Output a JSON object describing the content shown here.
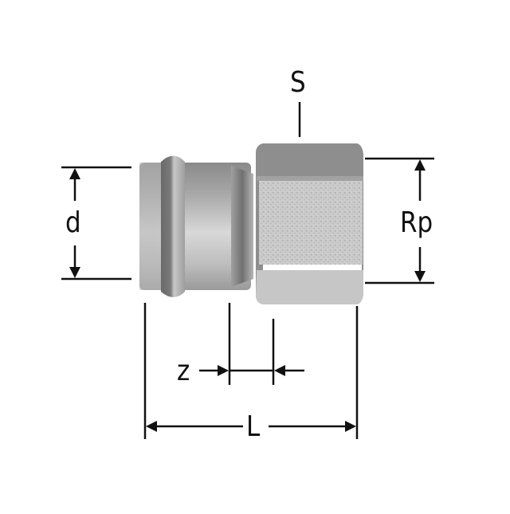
{
  "diagram": {
    "subject": "Press fitting adapter with female thread (hex nut)",
    "labels": {
      "s": "S",
      "d": "d",
      "rp": "Rp",
      "z": "z",
      "l": "L"
    },
    "colors": {
      "background": "#ffffff",
      "line": "#111111",
      "press_body_dark": "#7e7e7e",
      "press_body_light": "#d6d6d6",
      "hex_top": "#8c8c8c",
      "hex_thread": "#c9c9c9",
      "hex_bottom": "#c4c4c4"
    }
  }
}
